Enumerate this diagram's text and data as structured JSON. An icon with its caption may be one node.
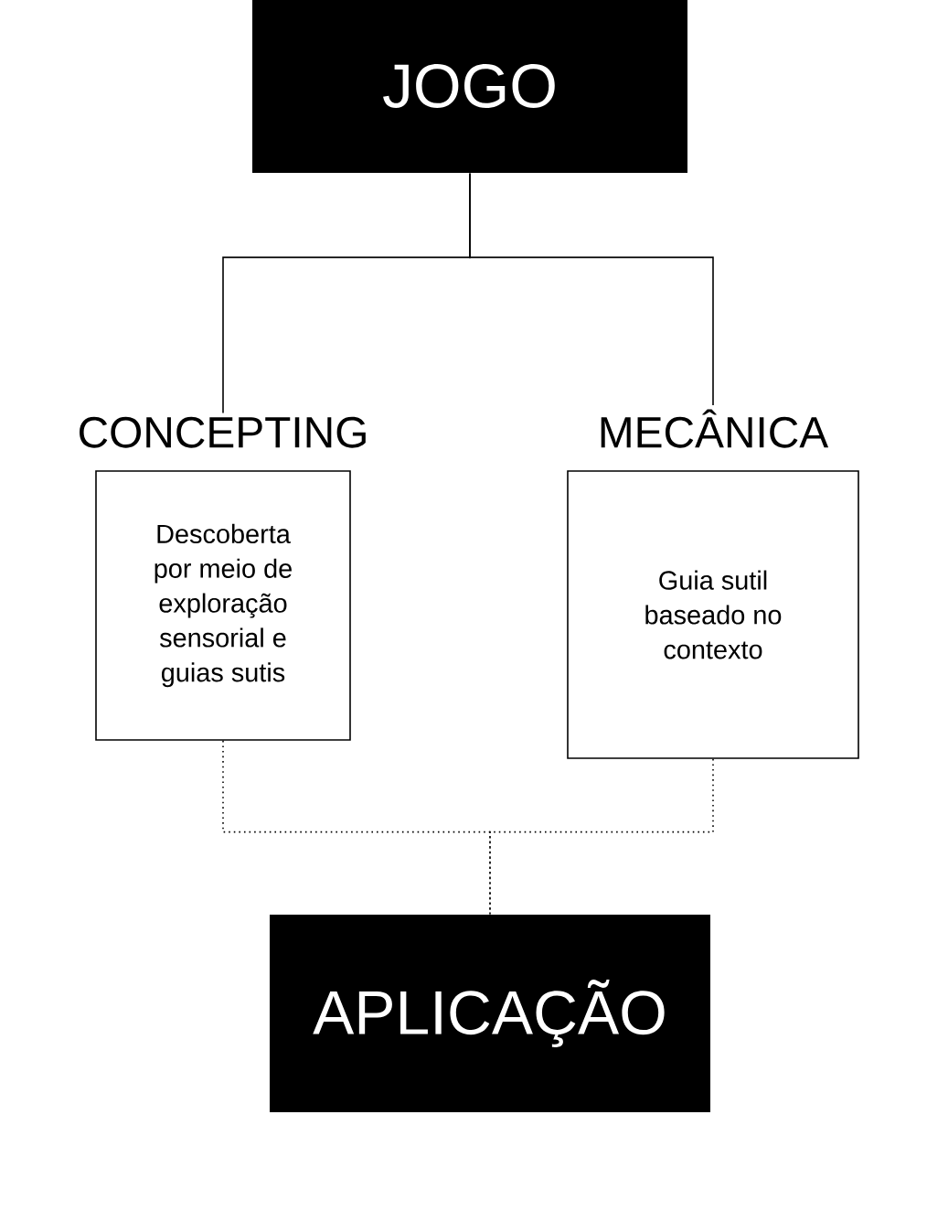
{
  "diagram": {
    "nodes": [
      {
        "text": [
          "JOGO"
        ]
      },
      {
        "text": [
          "CONCEPTING",
          "Descoberta por meio de exploração sensorial e guias sutis"
        ]
      },
      {
        "text": [
          "MECÂNICA",
          "Guia sutil baseado no contexto"
        ]
      },
      {
        "text": [
          "APLICAÇÃO"
        ]
      }
    ],
    "edges": [
      {
        "from": 0,
        "to": 1,
        "arrow": "none"
      },
      {
        "from": 0,
        "to": 2,
        "arrow": "none"
      },
      {
        "from": 1,
        "to": 3,
        "arrow": "none",
        "style": "dashed"
      },
      {
        "from": 2,
        "to": 3,
        "arrow": "none",
        "style": "dashed"
      }
    ]
  }
}
